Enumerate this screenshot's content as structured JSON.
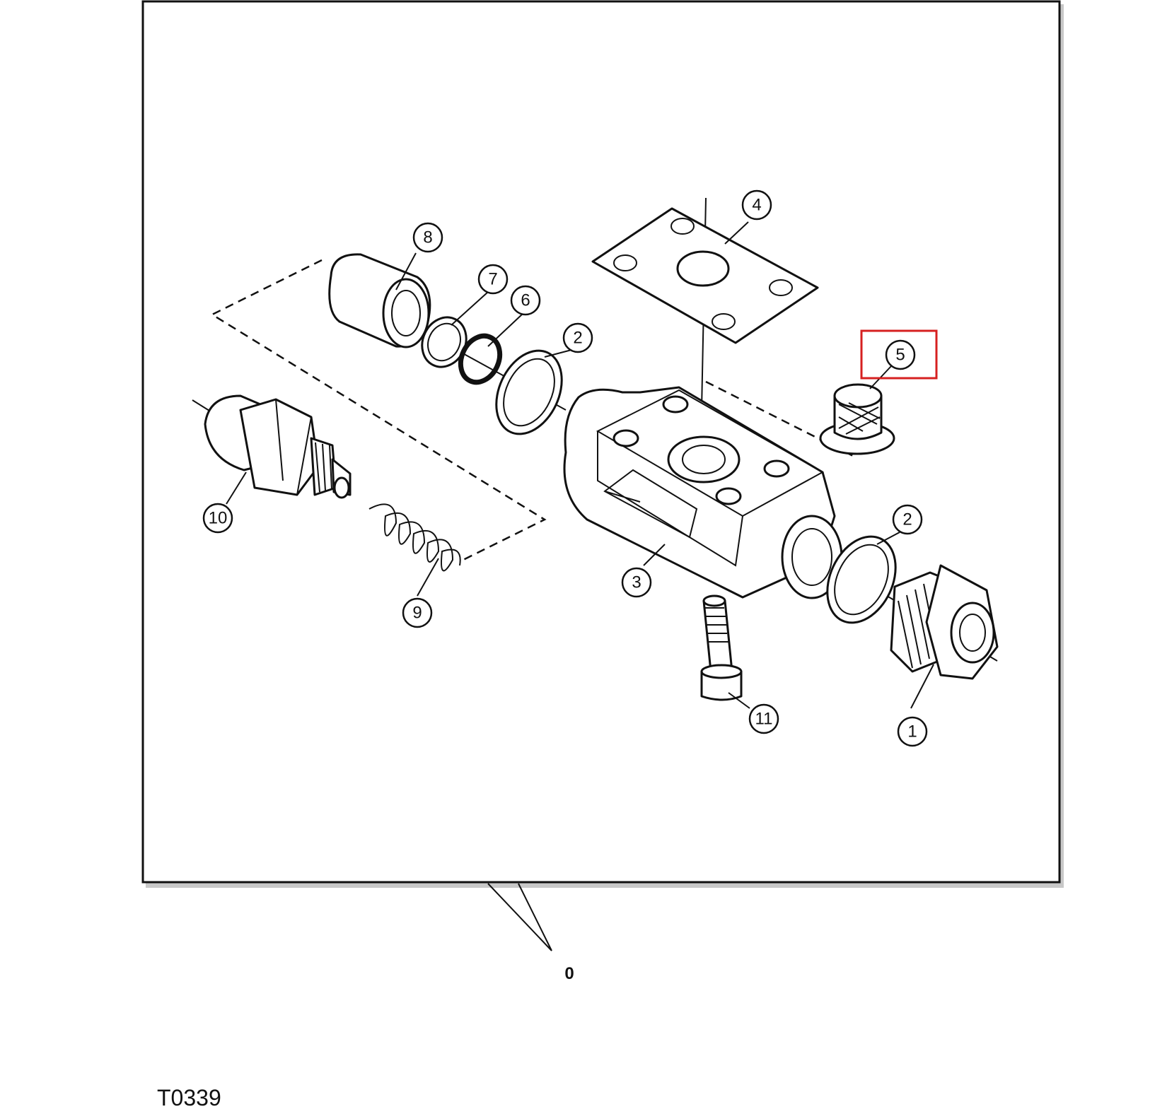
{
  "callouts": [
    {
      "id": "1",
      "label": "1"
    },
    {
      "id": "2a",
      "label": "2"
    },
    {
      "id": "2b",
      "label": "2"
    },
    {
      "id": "3",
      "label": "3"
    },
    {
      "id": "4",
      "label": "4"
    },
    {
      "id": "5",
      "label": "5"
    },
    {
      "id": "6",
      "label": "6"
    },
    {
      "id": "7",
      "label": "7"
    },
    {
      "id": "8",
      "label": "8"
    },
    {
      "id": "9",
      "label": "9"
    },
    {
      "id": "10",
      "label": "10"
    },
    {
      "id": "11",
      "label": "11"
    }
  ],
  "highlight": {
    "callout": "5",
    "color": "#d62020"
  },
  "assembly_label": "0",
  "figure_id": "T0339"
}
